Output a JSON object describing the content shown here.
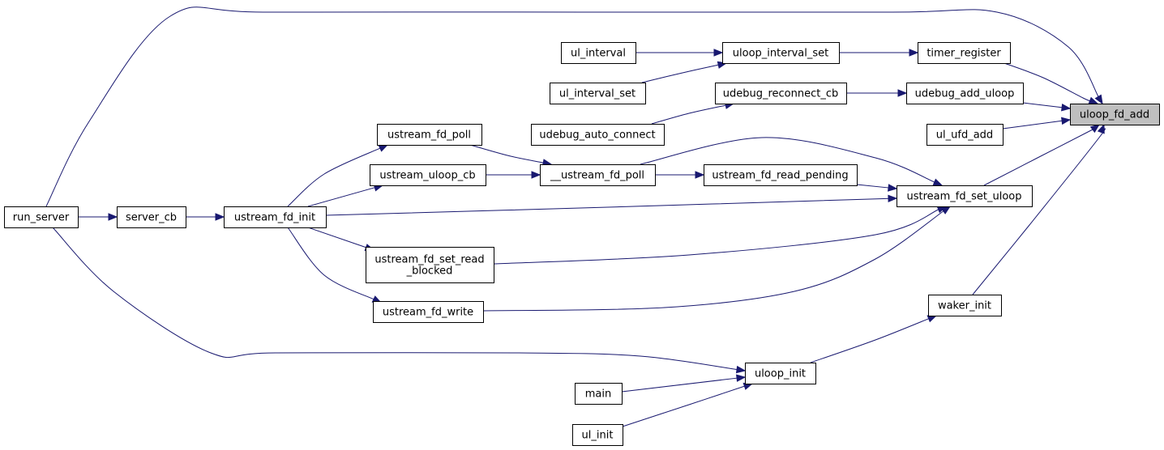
{
  "graph": {
    "colors": {
      "edge": "#191970",
      "node_border": "#000000",
      "highlight_fill": "#bfbfbf",
      "background": "#ffffff"
    },
    "nodes": [
      {
        "id": "uloop_fd_add",
        "label": "uloop_fd_add",
        "highlight": true
      },
      {
        "id": "timer_register",
        "label": "timer_register"
      },
      {
        "id": "udebug_add_uloop",
        "label": "udebug_add_uloop"
      },
      {
        "id": "ul_ufd_add",
        "label": "ul_ufd_add"
      },
      {
        "id": "ustream_fd_set_uloop",
        "label": "ustream_fd_set_uloop"
      },
      {
        "id": "waker_init",
        "label": "waker_init"
      },
      {
        "id": "uloop_interval_set",
        "label": "uloop_interval_set"
      },
      {
        "id": "ul_interval",
        "label": "ul_interval"
      },
      {
        "id": "ul_interval_set",
        "label": "ul_interval_set"
      },
      {
        "id": "udebug_reconnect_cb",
        "label": "udebug_reconnect_cb"
      },
      {
        "id": "udebug_auto_connect",
        "label": "udebug_auto_connect"
      },
      {
        "id": "ustream_fd_read_pending",
        "label": "ustream_fd_read_pending"
      },
      {
        "id": "__ustream_fd_poll",
        "label": "__ustream_fd_poll"
      },
      {
        "id": "ustream_fd_poll",
        "label": "ustream_fd_poll"
      },
      {
        "id": "ustream_uloop_cb",
        "label": "ustream_uloop_cb"
      },
      {
        "id": "ustream_fd_init",
        "label": "ustream_fd_init"
      },
      {
        "id": "ustream_fd_set_read_blocked",
        "label": "ustream_fd_set_read\n_blocked"
      },
      {
        "id": "ustream_fd_write",
        "label": "ustream_fd_write"
      },
      {
        "id": "server_cb",
        "label": "server_cb"
      },
      {
        "id": "run_server",
        "label": "run_server"
      },
      {
        "id": "uloop_init",
        "label": "uloop_init"
      },
      {
        "id": "main",
        "label": "main"
      },
      {
        "id": "ul_init",
        "label": "ul_init"
      }
    ],
    "edges": [
      {
        "from": "timer_register",
        "to": "uloop_fd_add"
      },
      {
        "from": "udebug_add_uloop",
        "to": "uloop_fd_add"
      },
      {
        "from": "ul_ufd_add",
        "to": "uloop_fd_add"
      },
      {
        "from": "ustream_fd_set_uloop",
        "to": "uloop_fd_add"
      },
      {
        "from": "waker_init",
        "to": "uloop_fd_add"
      },
      {
        "from": "run_server",
        "to": "uloop_fd_add"
      },
      {
        "from": "uloop_interval_set",
        "to": "timer_register"
      },
      {
        "from": "ul_interval",
        "to": "uloop_interval_set"
      },
      {
        "from": "ul_interval_set",
        "to": "uloop_interval_set"
      },
      {
        "from": "udebug_reconnect_cb",
        "to": "udebug_add_uloop"
      },
      {
        "from": "udebug_auto_connect",
        "to": "udebug_reconnect_cb"
      },
      {
        "from": "__ustream_fd_poll",
        "to": "ustream_fd_set_uloop"
      },
      {
        "from": "ustream_fd_read_pending",
        "to": "ustream_fd_set_uloop"
      },
      {
        "from": "ustream_fd_init",
        "to": "ustream_fd_set_uloop"
      },
      {
        "from": "ustream_fd_set_read_blocked",
        "to": "ustream_fd_set_uloop"
      },
      {
        "from": "ustream_fd_write",
        "to": "ustream_fd_set_uloop"
      },
      {
        "from": "__ustream_fd_poll",
        "to": "ustream_fd_read_pending"
      },
      {
        "from": "ustream_fd_poll",
        "to": "__ustream_fd_poll"
      },
      {
        "from": "ustream_uloop_cb",
        "to": "__ustream_fd_poll"
      },
      {
        "from": "ustream_fd_init",
        "to": "ustream_fd_poll"
      },
      {
        "from": "ustream_fd_init",
        "to": "ustream_uloop_cb"
      },
      {
        "from": "ustream_fd_init",
        "to": "ustream_fd_set_read_blocked"
      },
      {
        "from": "ustream_fd_init",
        "to": "ustream_fd_write"
      },
      {
        "from": "server_cb",
        "to": "ustream_fd_init"
      },
      {
        "from": "run_server",
        "to": "server_cb"
      },
      {
        "from": "uloop_init",
        "to": "waker_init"
      },
      {
        "from": "run_server",
        "to": "uloop_init"
      },
      {
        "from": "main",
        "to": "uloop_init"
      },
      {
        "from": "ul_init",
        "to": "uloop_init"
      }
    ]
  }
}
